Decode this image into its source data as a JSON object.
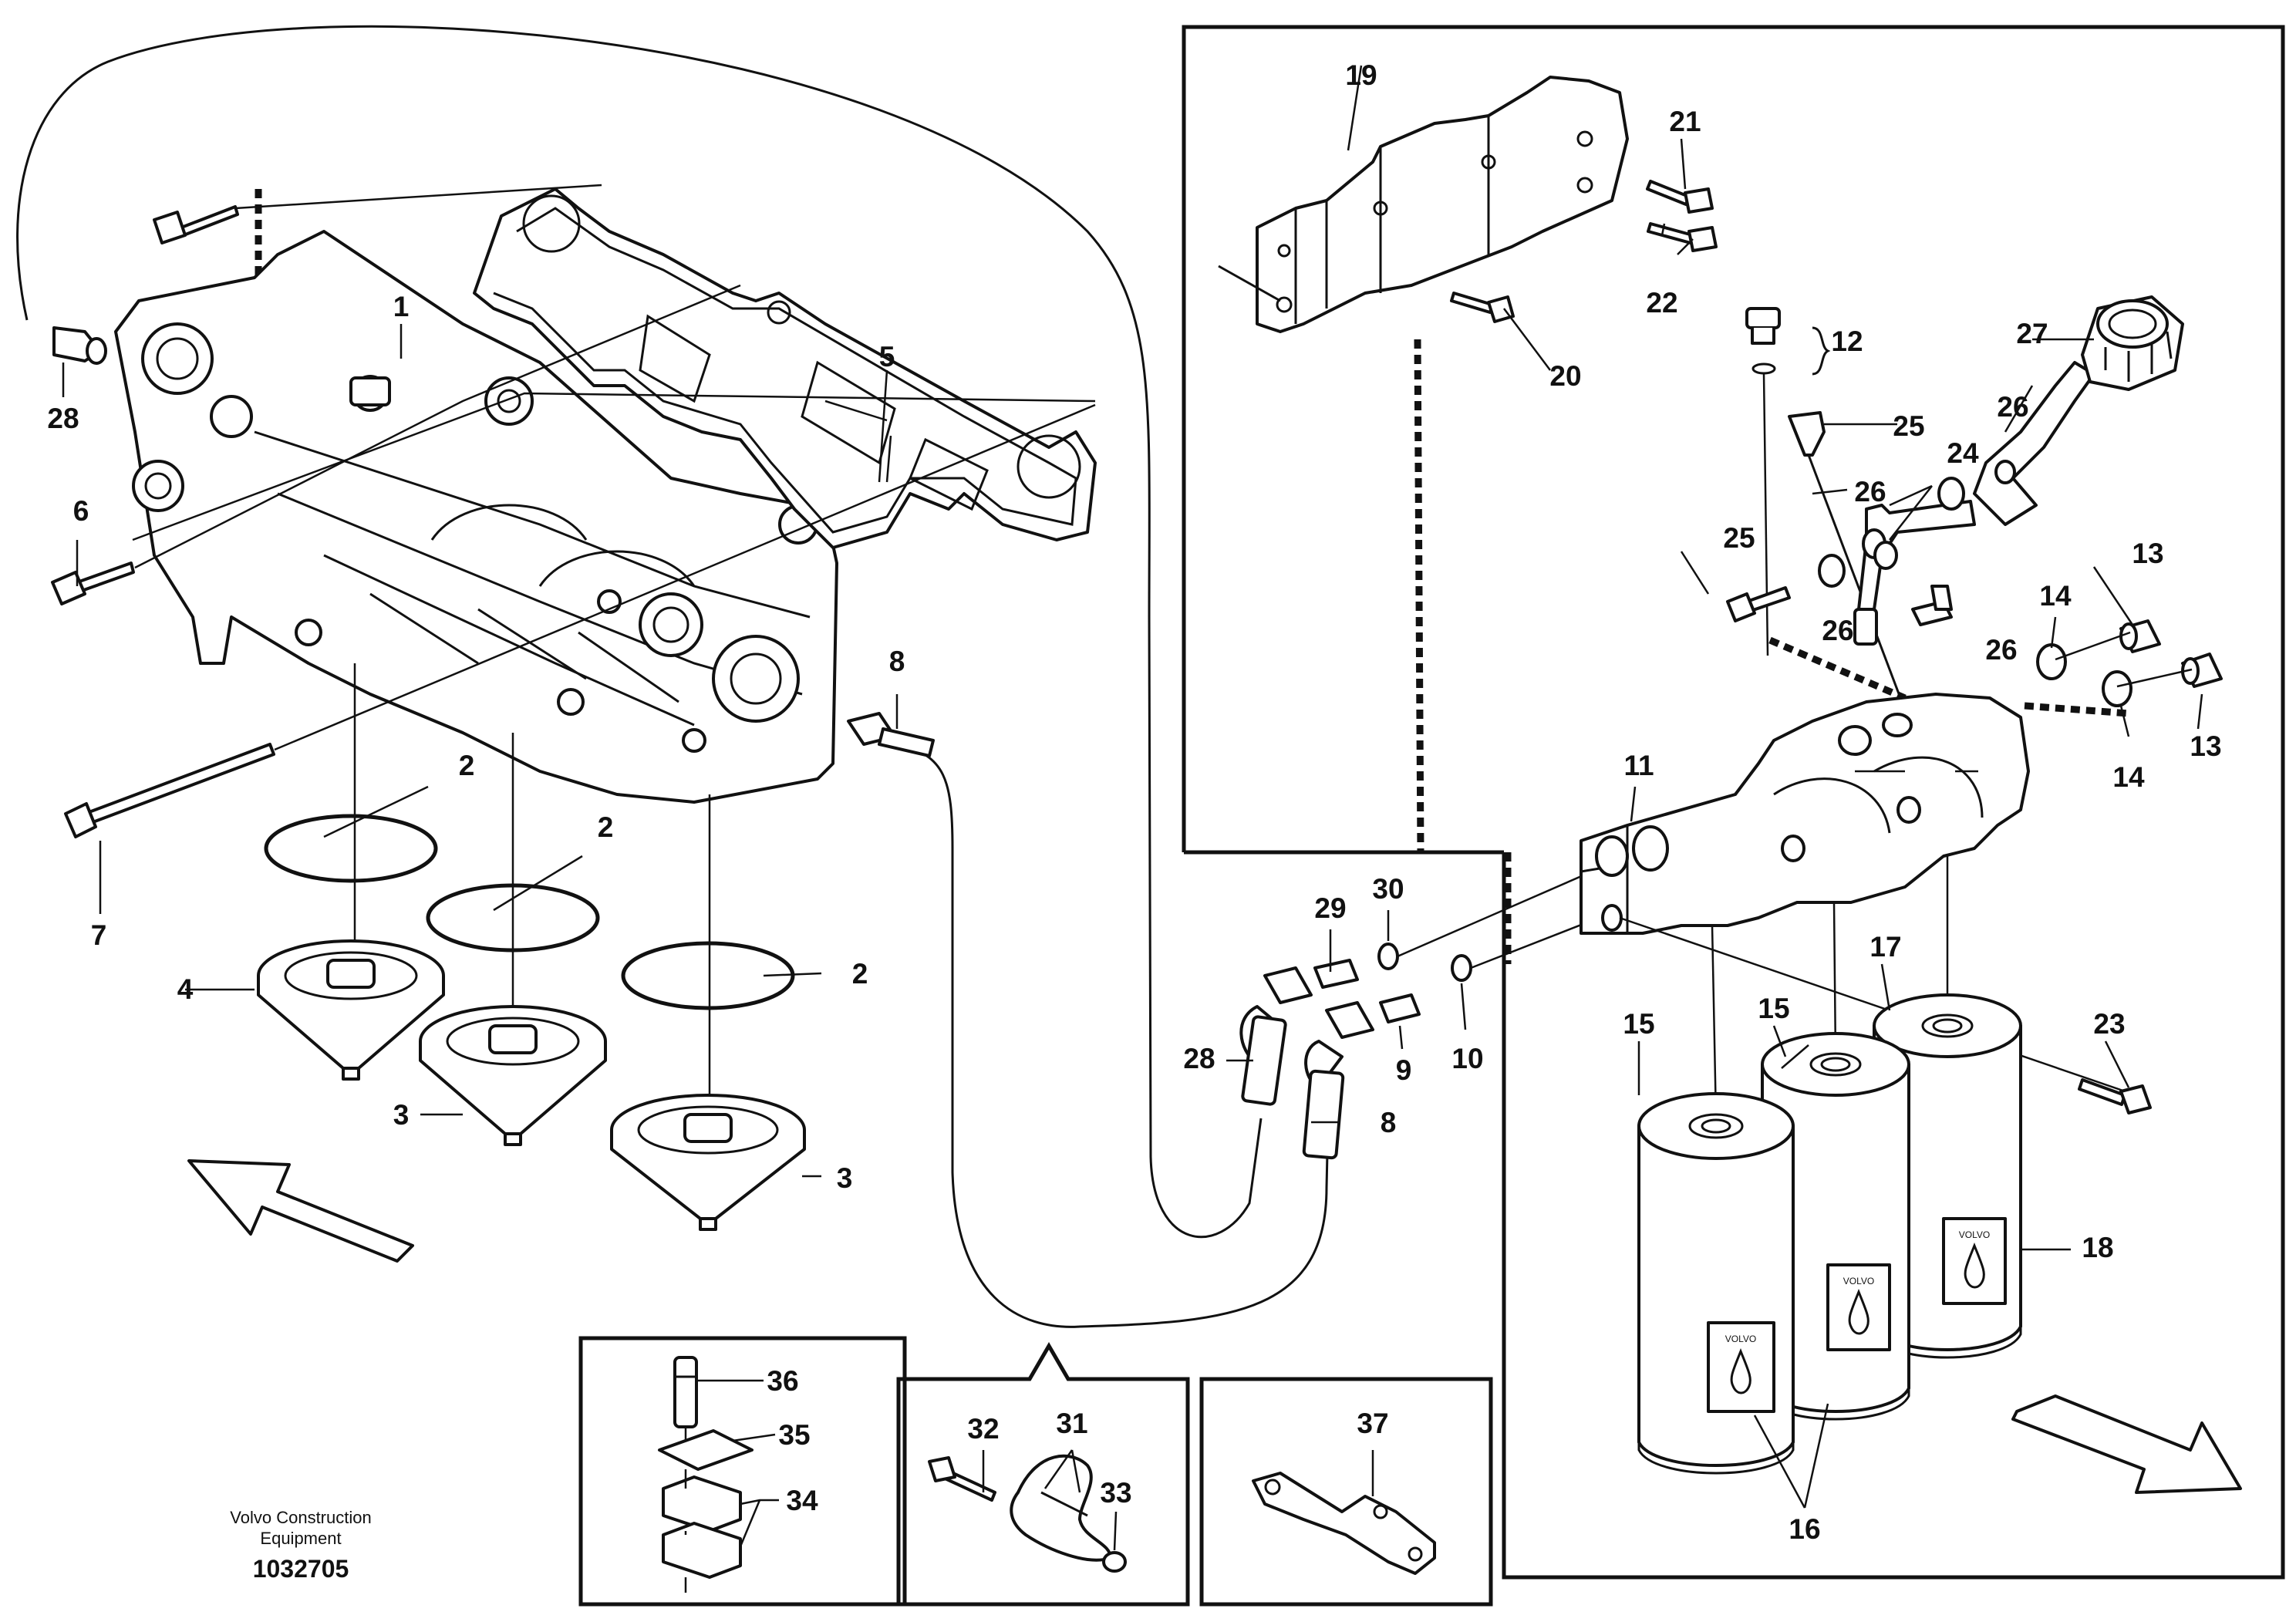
{
  "brand": {
    "line1": "Volvo Construction",
    "line2": "Equipment"
  },
  "document_number": "1032705",
  "callouts": {
    "c1": "1",
    "c2a": "2",
    "c2b": "2",
    "c2c": "2",
    "c3a": "3",
    "c3b": "3",
    "c4": "4",
    "c5": "5",
    "c6": "6",
    "c7": "7",
    "c8a": "8",
    "c8b": "8",
    "c9": "9",
    "c10": "10",
    "c11": "11",
    "c12": "12",
    "c13a": "13",
    "c13b": "13",
    "c14a": "14",
    "c14b": "14",
    "c15a": "15",
    "c15b": "15",
    "c16": "16",
    "c17": "17",
    "c18": "18",
    "c19": "19",
    "c20": "20",
    "c21": "21",
    "c22": "22",
    "c23": "23",
    "c24": "24",
    "c25a": "25",
    "c25b": "25",
    "c26a": "26",
    "c26b": "26",
    "c26c": "26",
    "c26d": "26",
    "c27": "27",
    "c28a": "28",
    "c28b": "28",
    "c29": "29",
    "c30": "30",
    "c31": "31",
    "c32": "32",
    "c33": "33",
    "c34": "34",
    "c35": "35",
    "c36": "36",
    "c37": "37"
  },
  "filter_brand": "VOLVO",
  "icons": [
    "direction-arrow-icon",
    "oil-drop-icon"
  ]
}
